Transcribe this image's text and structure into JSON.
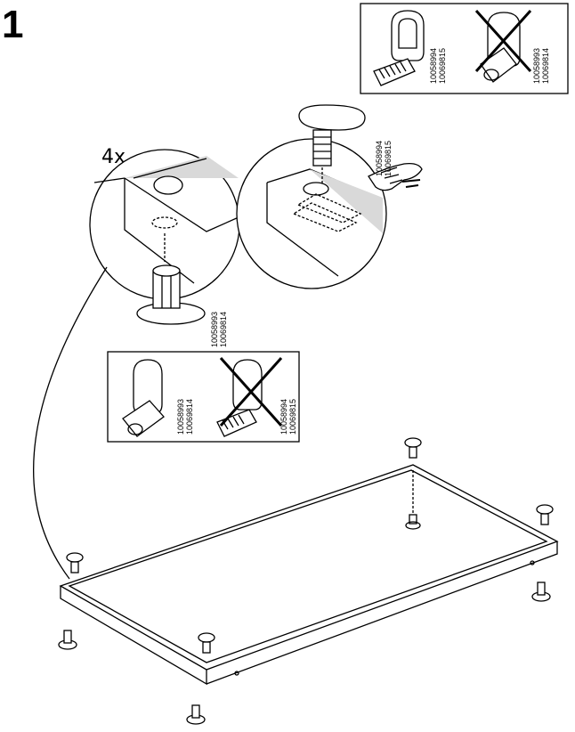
{
  "step_number": "1",
  "quantity_label": "4x",
  "part_codes": {
    "pin": [
      "10058994",
      "10069815"
    ],
    "socket": [
      "10058993",
      "10069814"
    ]
  },
  "colors": {
    "line": "#000000",
    "panel_shade": "#d9d9d9",
    "background": "#ffffff"
  },
  "icons": [
    "hand-press-icon",
    "cross-out-icon"
  ]
}
